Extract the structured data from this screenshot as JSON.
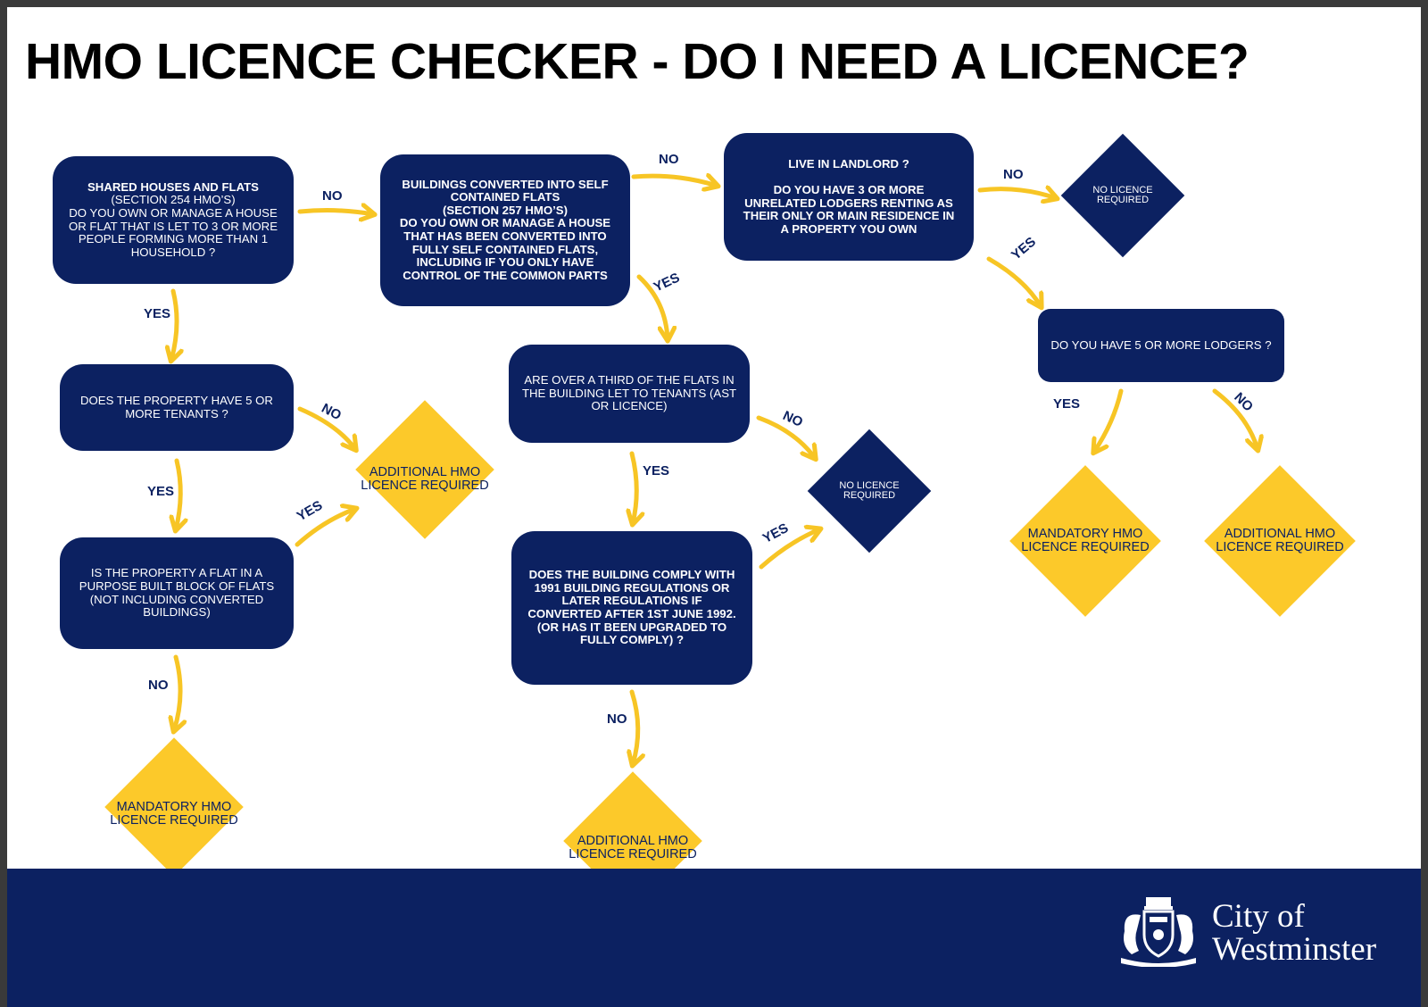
{
  "title": "HMO LICENCE CHECKER - DO I NEED A LICENCE?",
  "boxes": {
    "shared_heading": "SHARED HOUSES AND FLATS",
    "shared_body": "(SECTION 254 HMO’S)\nDO YOU OWN OR MANAGE A HOUSE\nOR FLAT THAT IS LET TO 3 OR MORE\nPEOPLE FORMING MORE THAN 1\nHOUSEHOLD ?",
    "converted_body": "BUILDINGS CONVERTED INTO SELF\nCONTAINED FLATS\n(SECTION 257 HMO’S)\nDO YOU OWN OR MANAGE A HOUSE\nTHAT HAS BEEN CONVERTED INTO\nFULLY SELF CONTAINED FLATS,\nINCLUDING IF YOU ONLY HAVE\nCONTROL OF THE COMMON PARTS",
    "landlord_heading": "LIVE IN LANDLORD ?",
    "landlord_body": "DO YOU HAVE 3 OR MORE\nUNRELATED LODGERS RENTING AS\nTHEIR ONLY OR MAIN RESIDENCE IN\nA PROPERTY YOU OWN",
    "five_tenants": "DOES THE PROPERTY HAVE 5 OR\nMORE TENANTS ?",
    "purpose_built": "IS THE PROPERTY A FLAT IN A\nPURPOSE BUILT BLOCK OF FLATS\n(NOT INCLUDING CONVERTED\nBUILDINGS)",
    "third_flats": "ARE OVER A THIRD OF THE FLATS IN\nTHE BUILDING LET TO TENANTS (AST\nOR LICENCE)",
    "comply": "DOES THE BUILDING COMPLY WITH\n1991 BUILDING REGULATIONS OR\nLATER REGULATIONS IF\nCONVERTED AFTER 1ST JUNE 1992.\n(OR HAS IT BEEN UPGRADED TO\nFULLY COMPLY)  ?",
    "lodgers": "DO YOU HAVE 5 OR MORE LODGERS ?"
  },
  "outcomes": {
    "no_licence_top": "NO LICENCE\nREQUIRED",
    "additional_left": "ADDITIONAL HMO\nLICENCE REQUIRED",
    "mandatory_left": "MANDATORY HMO\nLICENCE REQUIRED",
    "no_licence_mid": "NO LICENCE\nREQUIRED",
    "additional_mid": "ADDITIONAL HMO\nLICENCE REQUIRED",
    "mandatory_right": "MANDATORY HMO\nLICENCE REQUIRED",
    "additional_right": "ADDITIONAL HMO\nLICENCE REQUIRED"
  },
  "labels": {
    "yes": "YES",
    "no": "NO"
  },
  "logo": {
    "line1": "City of",
    "line2": "Westminster"
  },
  "colors": {
    "navy": "#0c2161",
    "yellow": "#fcc92a",
    "arrow": "#f7c525"
  }
}
